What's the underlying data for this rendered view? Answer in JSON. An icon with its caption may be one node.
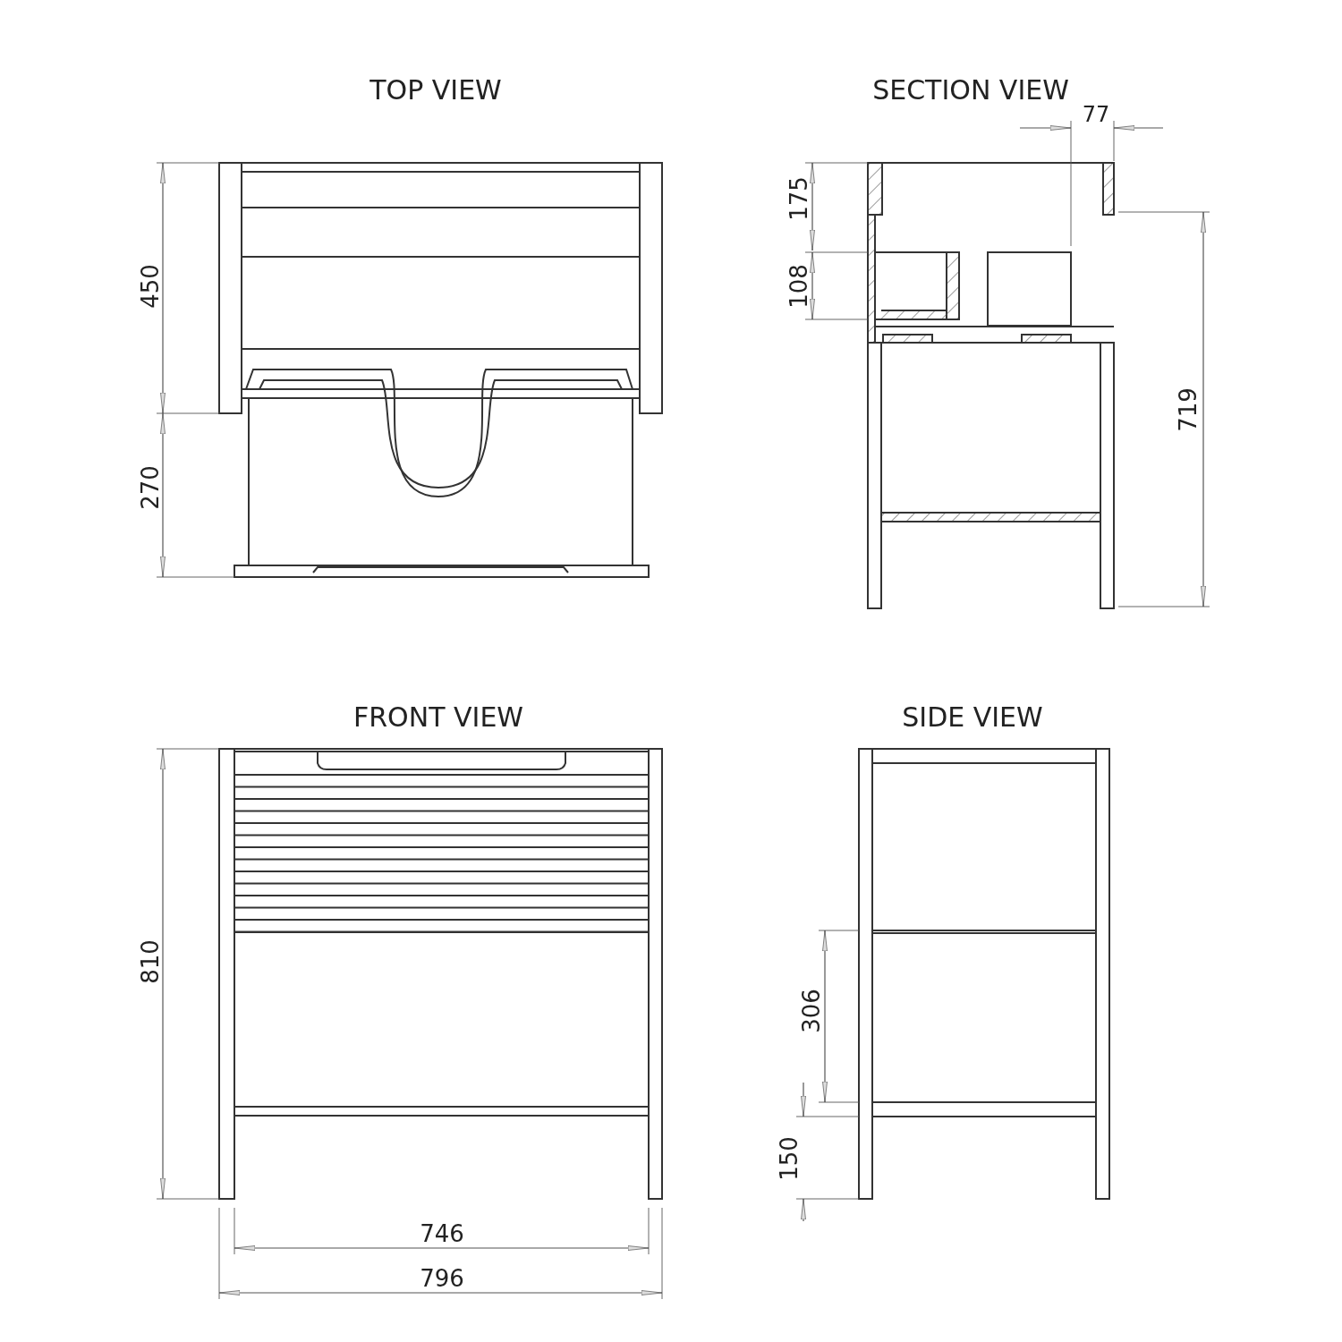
{
  "diagram": {
    "labels": [
      "TOP VIEW",
      "SECTION VIEW",
      "77",
      "175",
      "450",
      "108",
      "719",
      "270",
      "FRONT VIEW",
      "SIDE VIEW",
      "810",
      "306",
      "150",
      "746",
      "796"
    ]
  }
}
